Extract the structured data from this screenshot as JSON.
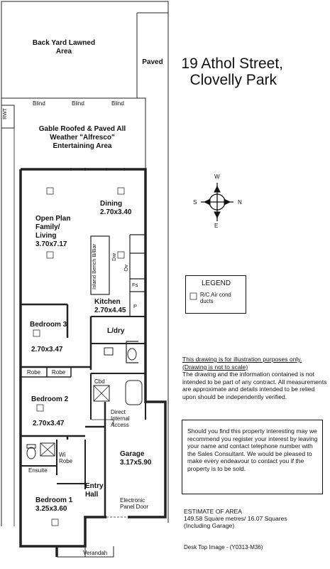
{
  "address": {
    "line1": "19 Athol Street,",
    "line2": "Clovelly Park"
  },
  "compass": {
    "w": "W",
    "s": "S",
    "n": "N",
    "e": "E"
  },
  "legend": {
    "title": "LEGEND",
    "item": "R/C Air cond ducts"
  },
  "rooms": {
    "back_yard": "Back Yard Lawned Area",
    "paved": "Paved",
    "rwt": "RWT",
    "blind1": "Blind",
    "blind2": "Blind",
    "blind3": "Blind",
    "alfresco": "Gable Roofed & Paved All Weather \"Alfresco\" Entertaining Area",
    "open_plan": "Open Plan Family/ Living",
    "open_plan_size": "3.70x7.17",
    "dining": "Dining",
    "dining_size": "2.70x3.40",
    "island": "Island Bench B/Bar",
    "dw": "Dw",
    "ov": "Ov",
    "fs": "Fs",
    "p": "P",
    "kitchen": "Kitchen",
    "kitchen_size": "2.70x4.45",
    "bedroom3": "Bedroom 3",
    "bedroom3_size": "2.70x3.47",
    "ldry": "L/dry",
    "robe1": "Robe",
    "robe2": "Robe",
    "cbd": "Cbd",
    "bedroom2": "Bedroom 2",
    "bedroom2_size": "2.70x3.47",
    "direct_access": "Direct Internal Access",
    "garage": "Garage",
    "garage_size": "3.17x5.90",
    "ensuite": "Ensuite",
    "wi_robe": "Wi Robe",
    "entry_hall": "Entry Hall",
    "bedroom1": "Bedroom 1",
    "bedroom1_size": "3.25x3.60",
    "panel_door": "Electronic Panel Door",
    "verandah": "Verandah"
  },
  "disclaimer": {
    "line1": "This drawing is for illustration purposes only.",
    "line2": "(Drawing is not to scale)",
    "body": "The drawing and the information contained is not intended to be part of any contract. All measurements are approximate and details intended to be relied upon should be independently verified."
  },
  "contact": "Should you find this property interesting may we recommend you register your interest by leaving your name and contact telephone number with the Sales Consultant. We would be pleased to make every endeavour to contact you if the property is to be sold.",
  "estimate": {
    "title": "ESTIMATE OF AREA",
    "line1": "149.58 Square metres/  16.07 Squares",
    "line2": "(Including Garage)"
  },
  "footer": "Desk Top Image - (Y0313-M36)"
}
